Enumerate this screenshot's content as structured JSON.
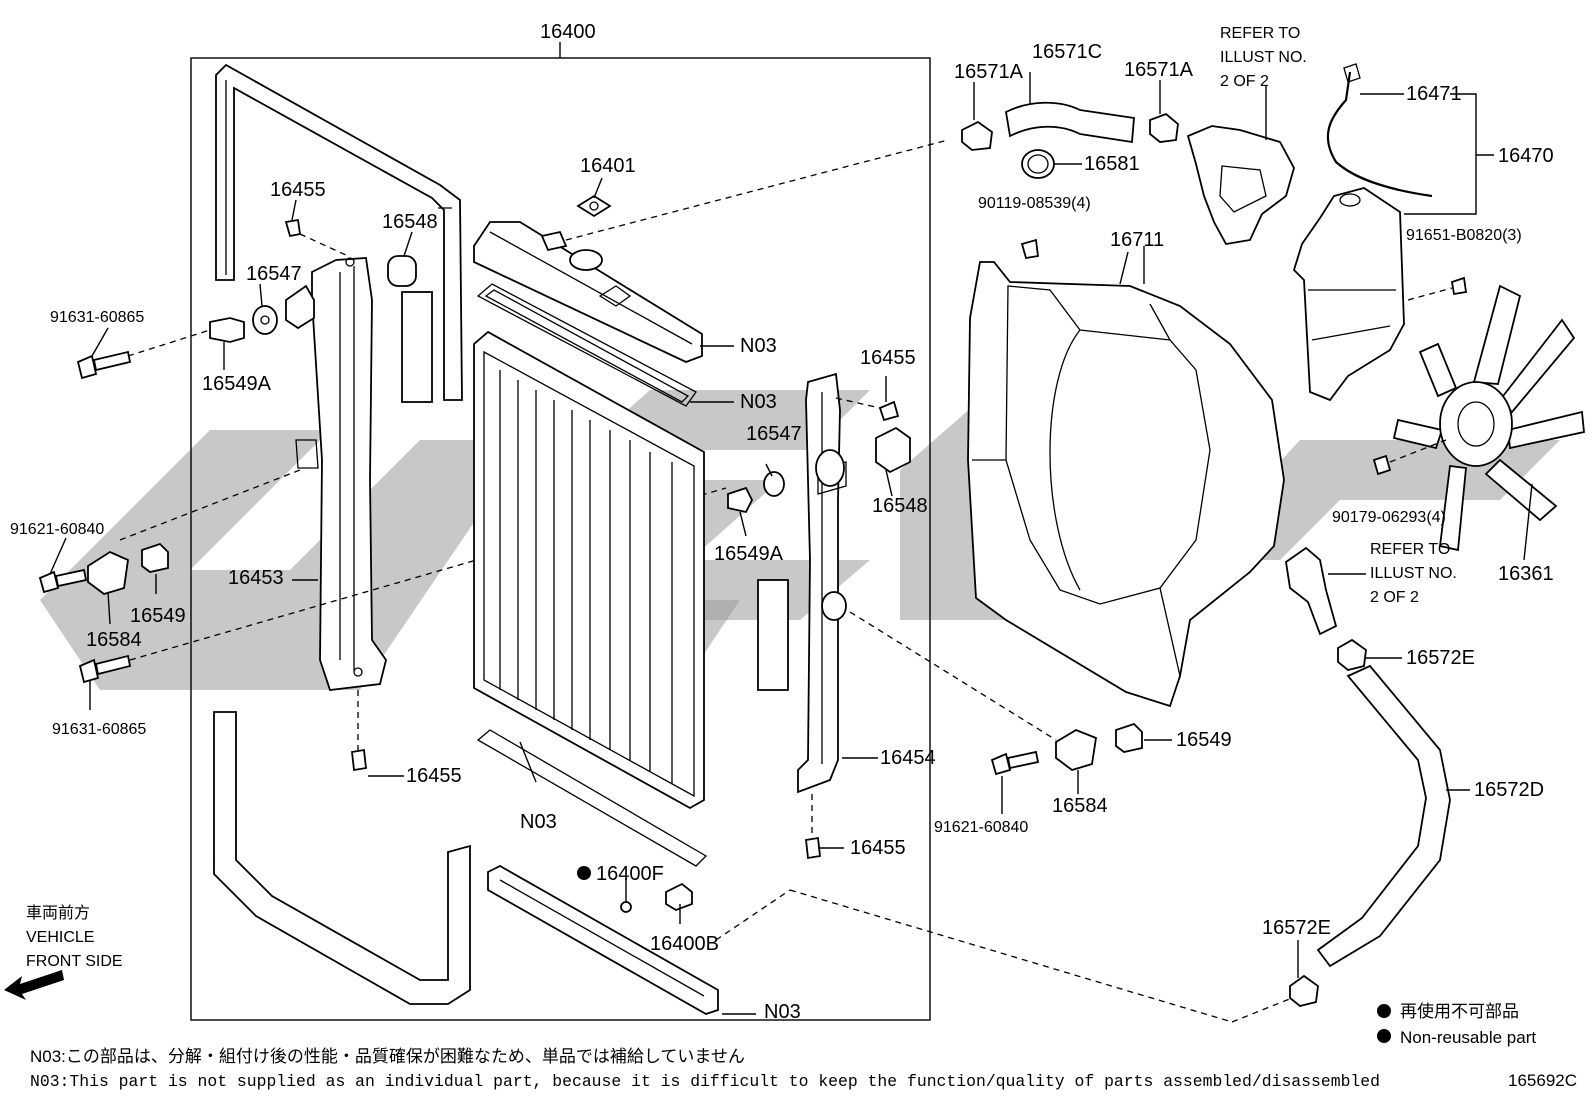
{
  "labels": {
    "main_assembly": "16400",
    "cap_gasket": "16401",
    "bolt_tl": "16455",
    "cushion_tl": "16548",
    "washer_l": "16547",
    "bolt_long_l": "91631-60865",
    "grommet_l": "16549A",
    "bolt_short_l": "91621-60840",
    "support_l": "16453",
    "bushing_l": "16549",
    "clamp_l": "16584",
    "bolt_long_l2": "91631-60865",
    "bolt_bl": "16455",
    "n03_top": "N03",
    "n03_mid": "N03",
    "n03_core": "N03",
    "n03_bottom": "N03",
    "bolt_tr": "16455",
    "washer_r": "16547",
    "cushion_r": "16548",
    "grommet_r": "16549A",
    "support_r": "16454",
    "bolt_br": "16455",
    "drain_gasket": "16400F",
    "drain_cock": "16400B",
    "clamp_hose_l": "16571A",
    "hose_upper": "16571C",
    "clamp_hose_r": "16571A",
    "hose_ring": "16581",
    "bolt_shroud": "90119-08539(4)",
    "shroud": "16711",
    "refer_top_1": "REFER TO",
    "refer_top_2": "ILLUST NO.",
    "refer_top_3": "2 OF 2",
    "reserve_hose": "16471",
    "reserve_tank": "16470",
    "bolt_tank": "91651-B0820(3)",
    "nut_fan": "90179-06293(4)",
    "fan": "16361",
    "refer_mid_1": "REFER TO",
    "refer_mid_2": "ILLUST NO.",
    "refer_mid_3": "2 OF 2",
    "clamp_lower_top": "16572E",
    "bushing_r": "16549",
    "clamp_r": "16584",
    "bolt_short_r": "91621-60840",
    "hose_lower": "16572D",
    "clamp_lower_bottom": "16572E"
  },
  "front_side": {
    "jp": "車両前方",
    "en1": "VEHICLE",
    "en2": "FRONT SIDE"
  },
  "legend": {
    "jp": "再使用不可部品",
    "en": "Non-reusable part"
  },
  "notes": {
    "jp": "N03:この部品は、分解・組付け後の性能・品質確保が困難なため、単品では補給していません",
    "en": "N03:This part is not supplied as an individual part, because it is difficult to keep the function/quality of parts assembled/disassembled"
  },
  "figure_code": "165692C",
  "colors": {
    "line": "#000000",
    "watermark": "#9a9a9a",
    "background": "#ffffff"
  }
}
